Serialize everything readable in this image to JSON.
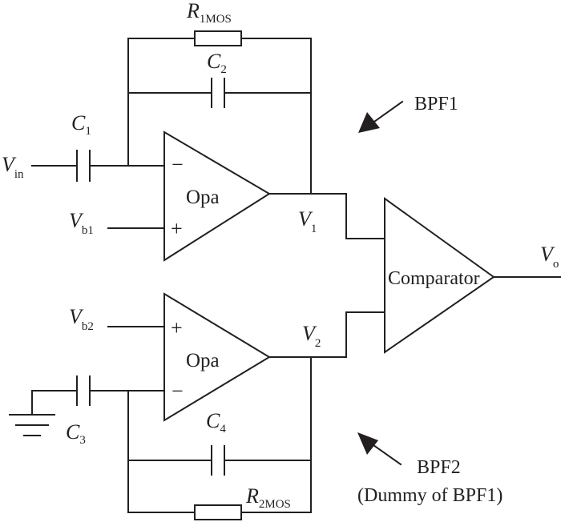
{
  "components": {
    "r1": {
      "main": "R",
      "sub": "1MOS"
    },
    "r2": {
      "main": "R",
      "sub": "2MOS"
    },
    "c1": {
      "main": "C",
      "sub": "1"
    },
    "c2": {
      "main": "C",
      "sub": "2"
    },
    "c3": {
      "main": "C",
      "sub": "3"
    },
    "c4": {
      "main": "C",
      "sub": "4"
    }
  },
  "nodes": {
    "vin": {
      "main": "V",
      "sub": "in"
    },
    "vb1": {
      "main": "V",
      "sub": "b1"
    },
    "vb2": {
      "main": "V",
      "sub": "b2"
    },
    "v1": {
      "main": "V",
      "sub": "1"
    },
    "v2": {
      "main": "V",
      "sub": "2"
    },
    "vo": {
      "main": "V",
      "sub": "o"
    }
  },
  "blocks": {
    "opa1": "Opa",
    "opa2": "Opa",
    "comparator": "Comparator"
  },
  "pins": {
    "opa1_minus": "−",
    "opa1_plus": "+",
    "opa2_plus": "+",
    "opa2_minus": "−"
  },
  "annotations": {
    "bpf1": "BPF1",
    "bpf2": "BPF2",
    "bpf2_note": "(Dummy of BPF1)"
  }
}
